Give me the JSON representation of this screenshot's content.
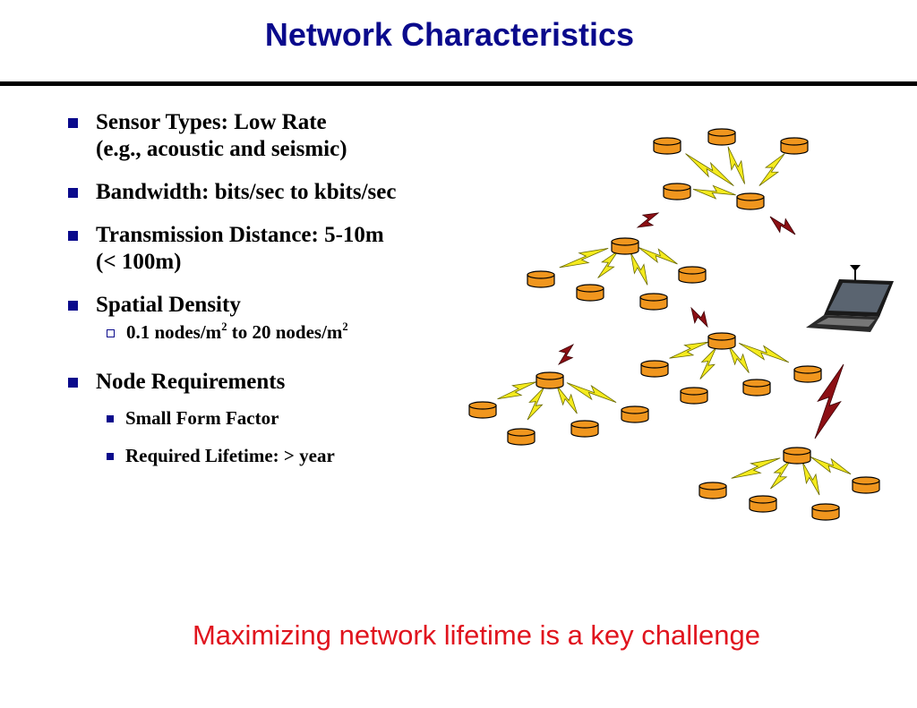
{
  "slide": {
    "title": "Network Characteristics",
    "footer": "Maximizing network lifetime is a key challenge"
  },
  "bullets": {
    "sensor_types_line1": "Sensor Types: Low Rate",
    "sensor_types_line2": "(e.g., acoustic and seismic)",
    "bandwidth": "Bandwidth: bits/sec to kbits/sec",
    "distance_line1": "Transmission Distance: 5-10m",
    "distance_line2": "(< 100m)",
    "spatial_density": "Spatial Density",
    "density_from": "0.1 nodes/m",
    "density_exp_1": "2",
    "density_mid": " to 20 nodes/m",
    "density_exp_2": "2",
    "node_requirements": "Node Requirements",
    "form_factor": "Small Form Factor",
    "lifetime": "Required Lifetime: > year"
  },
  "colors": {
    "title": "#0a0a8c",
    "footer": "#e0141e",
    "node_fill": "#f0961e",
    "local_link": "#f5eb1e",
    "uplink": "#8c0f14"
  },
  "diagram_icons": {
    "sensor_node": "sensor-node-cylinder",
    "local_link": "lightning-bolt-yellow",
    "uplink": "lightning-bolt-dark-red",
    "base_station": "laptop-with-antenna"
  }
}
